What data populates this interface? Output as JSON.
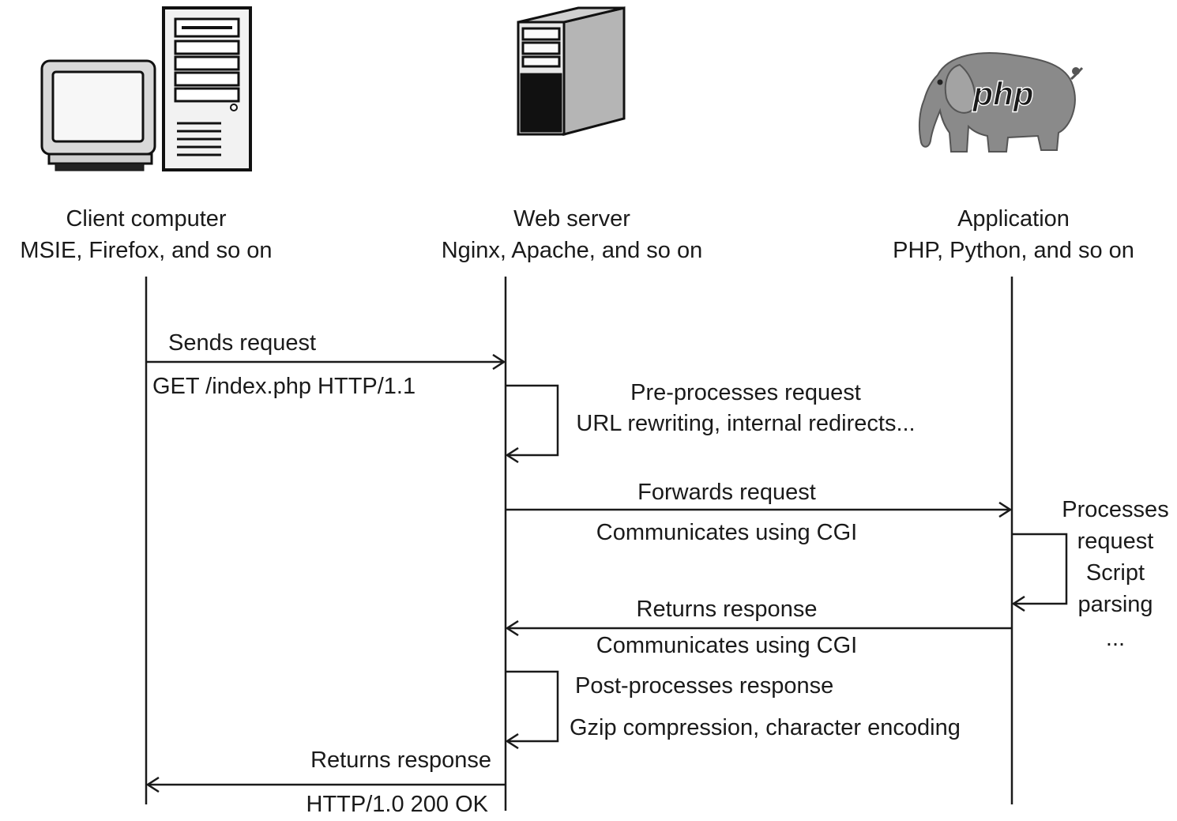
{
  "participants": [
    {
      "name": "Client computer",
      "detail": "MSIE, Firefox, and so on",
      "icon": "client-computer-icon"
    },
    {
      "name": "Web server",
      "detail": "Nginx, Apache, and so on",
      "icon": "server-tower-icon"
    },
    {
      "name": "Application",
      "detail": "PHP, Python, and so on",
      "icon": "php-elephant-icon",
      "logo_text": "php"
    }
  ],
  "steps": {
    "send_request": {
      "label": "Sends request",
      "detail": "GET /index.php HTTP/1.1"
    },
    "pre_process": {
      "label": "Pre-processes request",
      "detail": "URL rewriting, internal redirects..."
    },
    "forward_request": {
      "label": "Forwards request",
      "detail": "Communicates using CGI"
    },
    "process_request": {
      "lines": [
        "Processes",
        "request",
        "Script",
        "parsing",
        "..."
      ]
    },
    "app_response": {
      "label": "Returns response",
      "detail": "Communicates using CGI"
    },
    "post_process": {
      "label": "Post-processes response",
      "detail": "Gzip compression, character encoding"
    },
    "final_response": {
      "label": "Returns response",
      "detail": "HTTP/1.0 200 OK"
    }
  },
  "colors": {
    "line": "#1a1a1a",
    "icon_fill": "#e6e6e6",
    "icon_dark": "#111111",
    "elephant": "#8a8a8a"
  }
}
